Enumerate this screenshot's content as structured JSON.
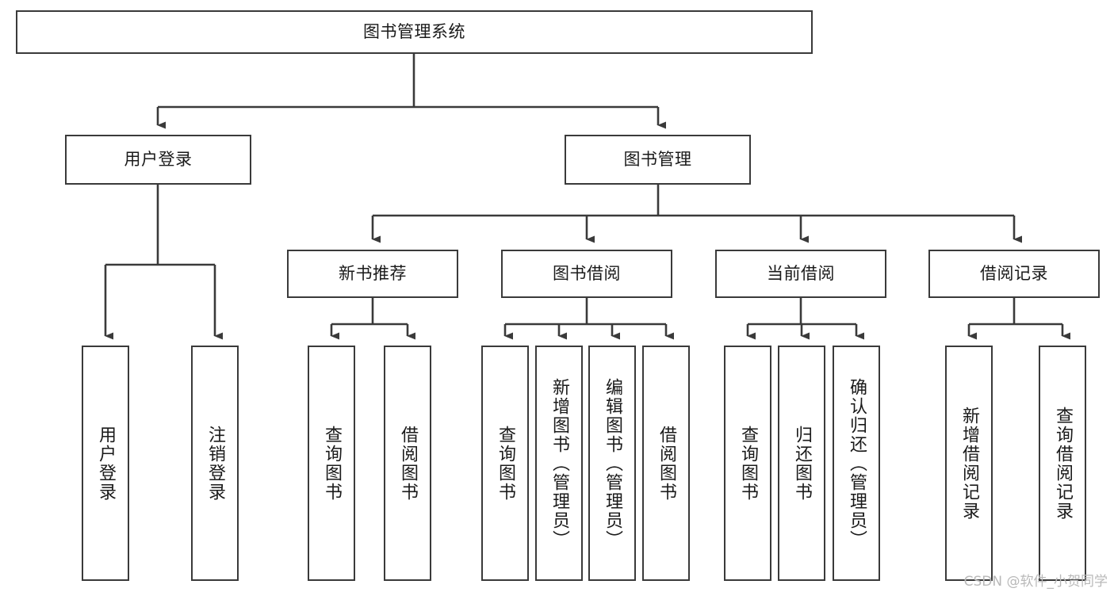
{
  "diagram": {
    "type": "tree",
    "title": "图书管理系统",
    "watermark": "CSDN @软件_小贺同学",
    "colors": {
      "box_border": "#3a3a3a",
      "box_fill": "#ffffff",
      "edge": "#3a3a3a",
      "text": "#1a1a1a",
      "watermark": "#b9b9b9"
    },
    "nodes": {
      "root": {
        "label": "图书管理系统"
      },
      "l2": [
        {
          "id": "user-login",
          "label": "用户登录"
        },
        {
          "id": "book-manage",
          "label": "图书管理"
        }
      ],
      "l3": [
        {
          "id": "new-book-rec",
          "label": "新书推荐"
        },
        {
          "id": "book-borrow",
          "label": "图书借阅"
        },
        {
          "id": "current-borrow",
          "label": "当前借阅"
        },
        {
          "id": "borrow-record",
          "label": "借阅记录"
        }
      ],
      "leaves": {
        "user_login": [
          {
            "id": "leaf-user-login",
            "label": "用户登录"
          },
          {
            "id": "leaf-logout-login",
            "label": "注销登录"
          }
        ],
        "new_book_rec": [
          {
            "id": "leaf-query-book-1",
            "label": "查询图书"
          },
          {
            "id": "leaf-borrow-book-1",
            "label": "借阅图书"
          }
        ],
        "book_borrow": [
          {
            "id": "leaf-query-book-2",
            "label": "查询图书"
          },
          {
            "id": "leaf-add-book",
            "label": "新增图书（管理员）"
          },
          {
            "id": "leaf-edit-book",
            "label": "编辑图书（管理员）"
          },
          {
            "id": "leaf-borrow-book-2",
            "label": "借阅图书"
          }
        ],
        "current_borrow": [
          {
            "id": "leaf-query-book-3",
            "label": "查询图书"
          },
          {
            "id": "leaf-return-book",
            "label": "归还图书"
          },
          {
            "id": "leaf-confirm-return",
            "label": "确认归还（管理员）"
          }
        ],
        "borrow_record": [
          {
            "id": "leaf-add-record",
            "label": "新增借阅记录"
          },
          {
            "id": "leaf-query-record",
            "label": "查询借阅记录"
          }
        ]
      }
    }
  }
}
